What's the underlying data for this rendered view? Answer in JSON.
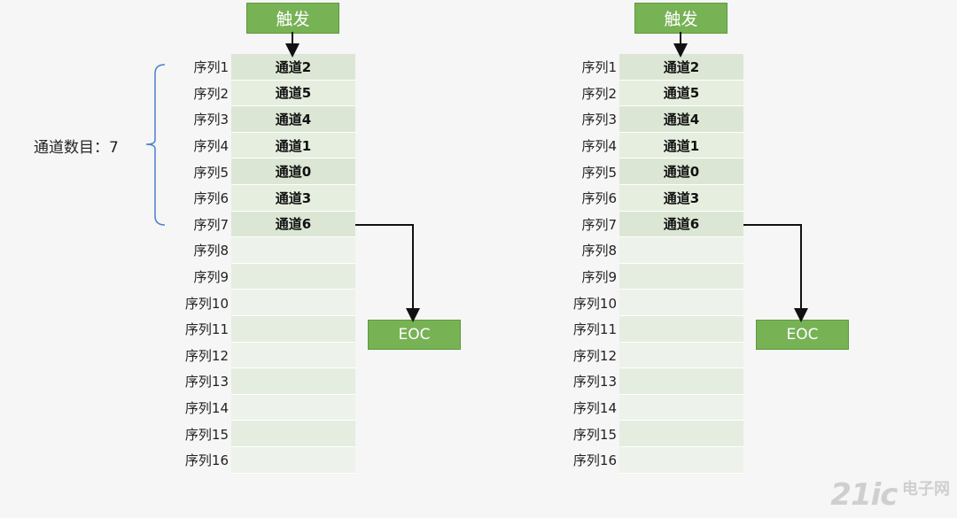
{
  "colors": {
    "accent_green": "#77b255",
    "brace_blue": "#4a7fd1"
  },
  "left": {
    "trigger": "触发",
    "eoc": "EOC",
    "count_label": "通道数目：7",
    "sequences": [
      "序列1",
      "序列2",
      "序列3",
      "序列4",
      "序列5",
      "序列6",
      "序列7",
      "序列8",
      "序列9",
      "序列10",
      "序列11",
      "序列12",
      "序列13",
      "序列14",
      "序列15",
      "序列16"
    ],
    "channels": [
      "通道2",
      "通道5",
      "通道4",
      "通道1",
      "通道0",
      "通道3",
      "通道6",
      "",
      "",
      "",
      "",
      "",
      "",
      "",
      "",
      ""
    ]
  },
  "right": {
    "trigger": "触发",
    "eoc": "EOC",
    "sequences": [
      "序列1",
      "序列2",
      "序列3",
      "序列4",
      "序列5",
      "序列6",
      "序列7",
      "序列8",
      "序列9",
      "序列10",
      "序列11",
      "序列12",
      "序列13",
      "序列14",
      "序列15",
      "序列16"
    ],
    "channels": [
      "通道2",
      "通道5",
      "通道4",
      "通道1",
      "通道0",
      "通道3",
      "通道6",
      "",
      "",
      "",
      "",
      "",
      "",
      "",
      "",
      ""
    ]
  },
  "watermark": {
    "number": "21ic",
    "text": "电子网"
  }
}
